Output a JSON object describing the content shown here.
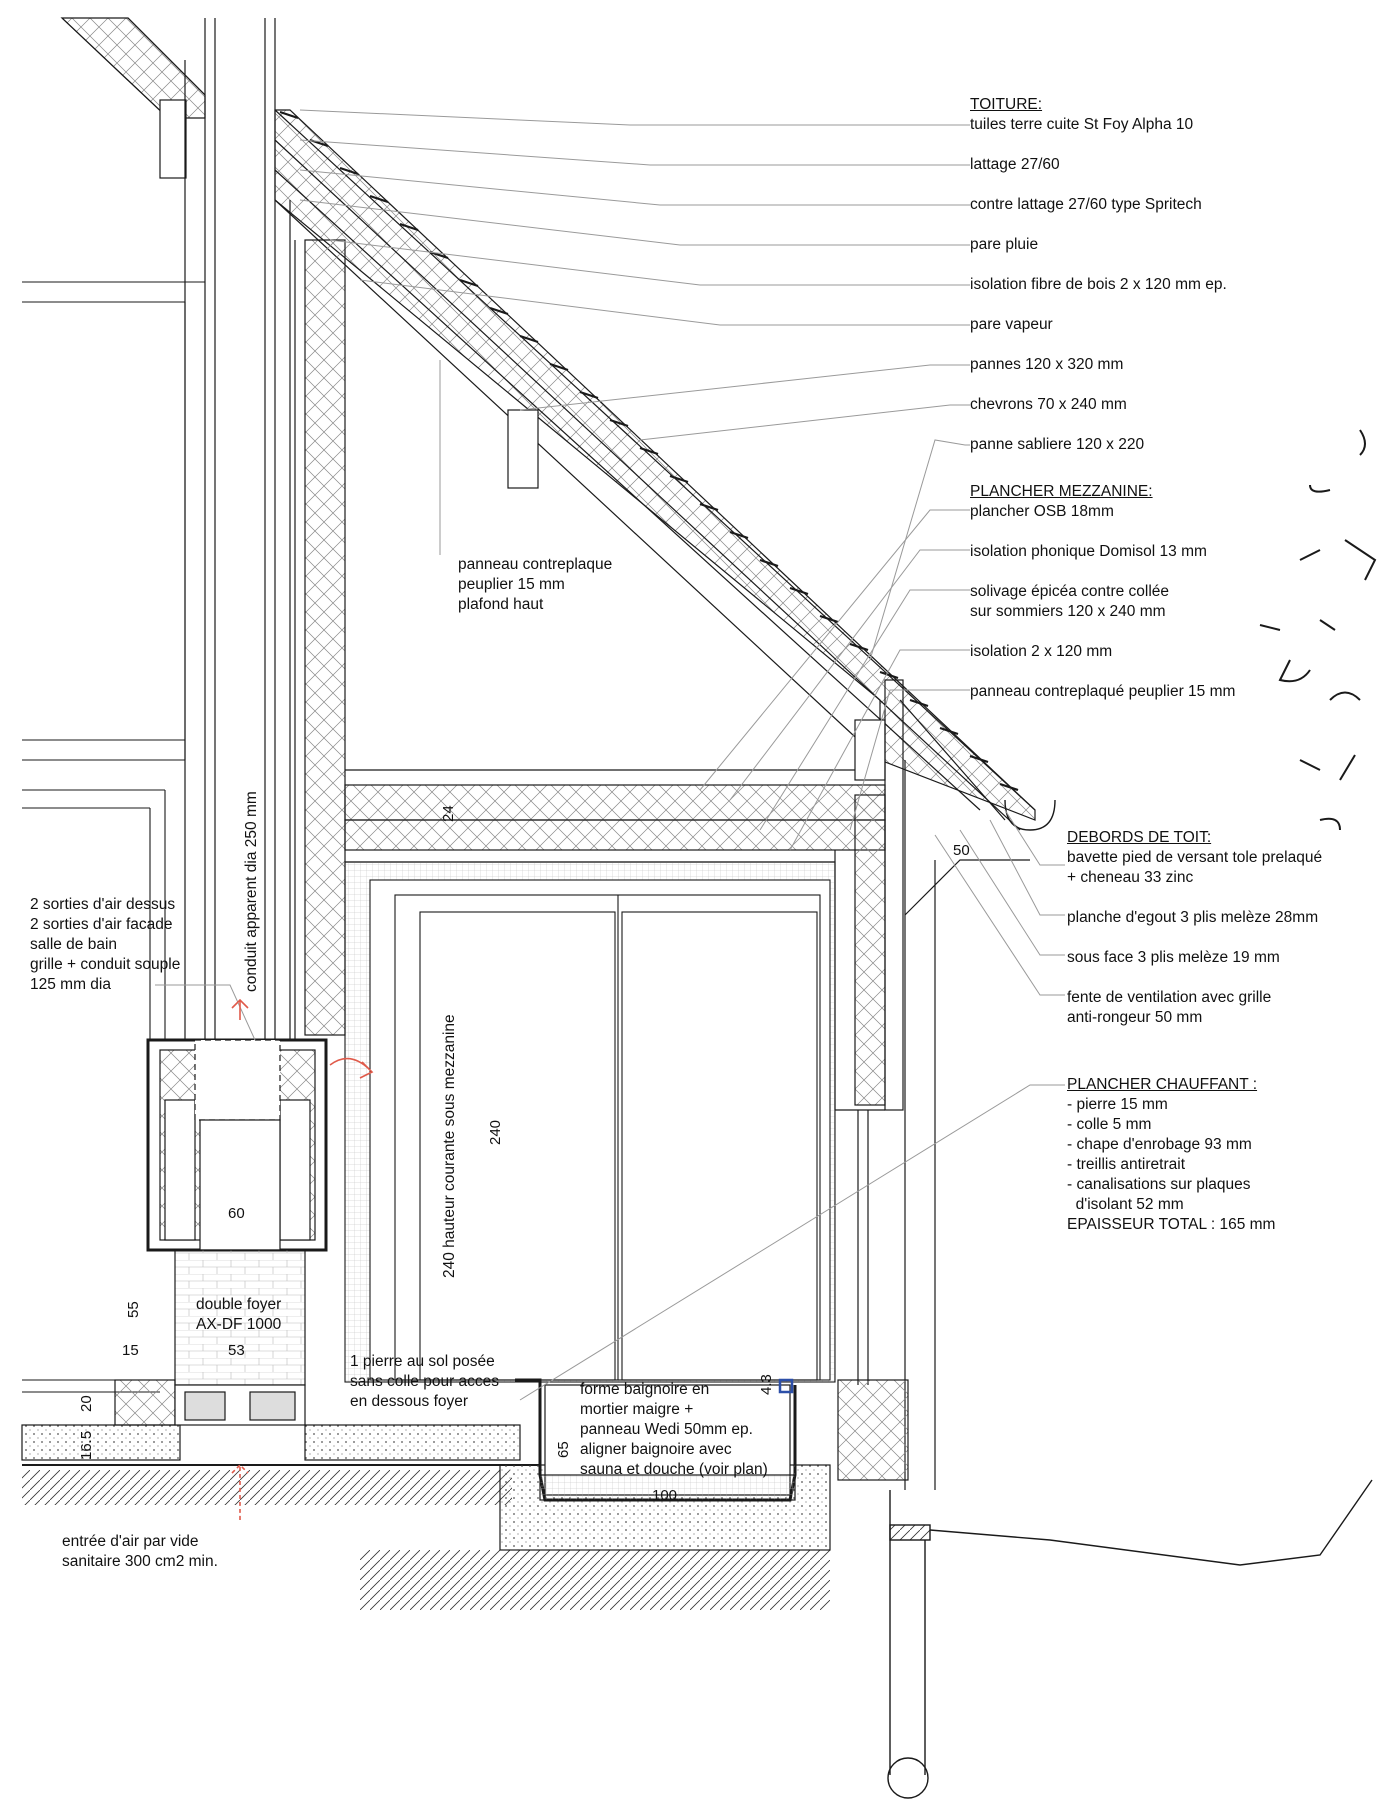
{
  "toiture": {
    "header": "TOITURE:",
    "items": [
      "tuiles terre cuite St Foy Alpha 10",
      "lattage 27/60",
      "contre lattage 27/60 type Spritech",
      "pare pluie",
      "isolation fibre de bois 2 x 120 mm ep.",
      "pare vapeur",
      "pannes 120 x 320 mm",
      "chevrons 70 x 240 mm",
      "panne sabliere 120 x 220"
    ]
  },
  "plancher_mezzanine": {
    "header": "PLANCHER MEZZANINE:",
    "items": [
      "plancher OSB 18mm",
      "isolation phonique Domisol 13 mm",
      "solivage épicéa contre collée\nsur sommiers 120 x 240 mm",
      "isolation 2 x 120 mm",
      "panneau contreplaqué peuplier 15 mm"
    ]
  },
  "debords": {
    "header": "DEBORDS DE TOIT:",
    "items": [
      "bavette pied de versant tole prelaqué\n+ cheneau 33 zinc",
      "planche d'egout 3 plis melèze 28mm",
      "sous face 3 plis melèze 19 mm",
      "fente de ventilation avec grille\nanti-rongeur 50 mm"
    ]
  },
  "plancher_chauffant": {
    "header": "PLANCHER CHAUFFANT :",
    "lines": [
      "- pierre 15 mm",
      "- colle 5 mm",
      "- chape d'enrobage 93 mm",
      "- treillis antiretrait",
      "- canalisations sur plaques",
      "  d'isolant 52 mm",
      "EPAISSEUR TOTAL : 165 mm"
    ]
  },
  "notes": {
    "panneau_plafond": "panneau contreplaque\npeuplier 15 mm\nplafond haut",
    "sorties_air": "2 sorties d'air dessus\n2 sorties d'air facade\nsalle de bain\ngrille + conduit souple\n125 mm dia",
    "conduit": "conduit apparent dia 250 mm",
    "hauteur": "240 hauteur courante sous mezzanine",
    "double_foyer": "double foyer\nAX-DF 1000",
    "pierre_sol": "1 pierre au sol posée\nsans colle pour acces\nen dessous foyer",
    "baignoire": "forme baignoire en\nmortier maigre +\npanneau Wedi 50mm ep.\naligner baignoire avec\nsauna et douche (voir plan)",
    "entree_air": "entrée d'air par vide\nsanitaire 300 cm2 min."
  },
  "dimensions": {
    "d24": "24",
    "d50": "50",
    "d240": "240",
    "d60": "60",
    "d55": "55",
    "d15": "15",
    "d53": "53",
    "d20": "20",
    "d16_5": "16.5",
    "d4_3": "4.3",
    "d65": "65",
    "d100": "100"
  },
  "colors": {
    "line": "#1a1a1a",
    "leader": "#9a9a9a",
    "hatch": "#777777",
    "arrow": "#e05a4a",
    "blue": "#2c4fa8"
  }
}
